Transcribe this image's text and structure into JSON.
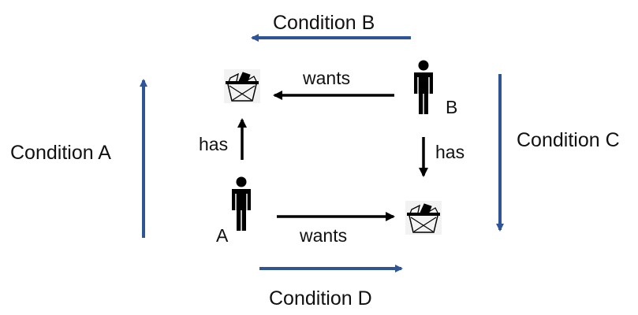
{
  "conditions": {
    "a": "Condition A",
    "b": "Condition B",
    "c": "Condition C",
    "d": "Condition D"
  },
  "actors": {
    "a": "A",
    "b": "B"
  },
  "relations": {
    "a_has": "has",
    "a_wants": "wants",
    "b_has": "has",
    "b_wants": "wants"
  },
  "icons": {
    "person": "person-icon",
    "basket": "basket-icon"
  },
  "colors": {
    "condition_arrow": "#2f5597",
    "relation_arrow": "#000000"
  }
}
